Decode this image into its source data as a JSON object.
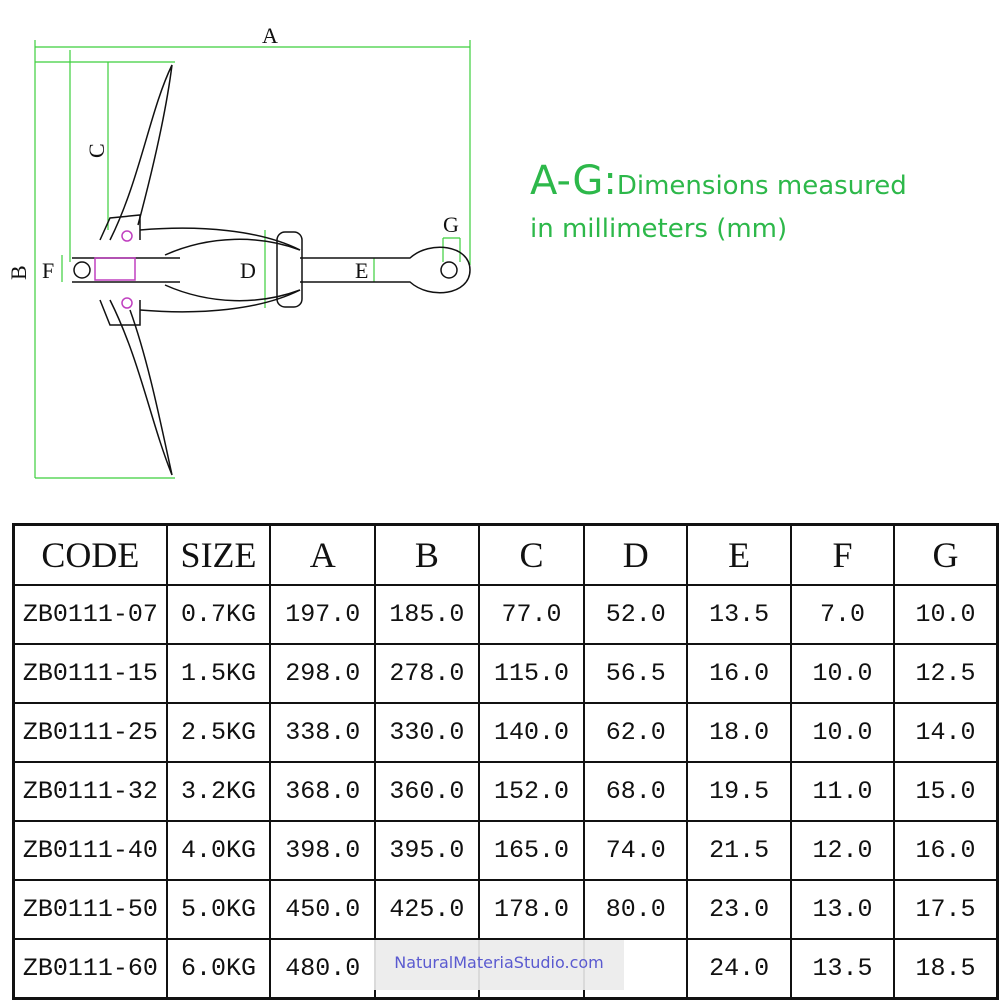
{
  "drawing": {
    "labels": {
      "A": "A",
      "B": "B",
      "C": "C",
      "D": "D",
      "E": "E",
      "F": "F",
      "G": "G"
    },
    "dimension_color": "#3ccf3c",
    "pin_color": "#c040c0"
  },
  "caption": {
    "prefix": "A-G:",
    "line1": "Dimensions measured",
    "line2": "in millimeters (mm)",
    "color": "#2db84a"
  },
  "table": {
    "headers": [
      "CODE",
      "SIZE",
      "A",
      "B",
      "C",
      "D",
      "E",
      "F",
      "G"
    ],
    "rows": [
      [
        "ZB0111-07",
        "0.7KG",
        "197.0",
        "185.0",
        "77.0",
        "52.0",
        "13.5",
        "7.0",
        "10.0"
      ],
      [
        "ZB0111-15",
        "1.5KG",
        "298.0",
        "278.0",
        "115.0",
        "56.5",
        "16.0",
        "10.0",
        "12.5"
      ],
      [
        "ZB0111-25",
        "2.5KG",
        "338.0",
        "330.0",
        "140.0",
        "62.0",
        "18.0",
        "10.0",
        "14.0"
      ],
      [
        "ZB0111-32",
        "3.2KG",
        "368.0",
        "360.0",
        "152.0",
        "68.0",
        "19.5",
        "11.0",
        "15.0"
      ],
      [
        "ZB0111-40",
        "4.0KG",
        "398.0",
        "395.0",
        "165.0",
        "74.0",
        "21.5",
        "12.0",
        "16.0"
      ],
      [
        "ZB0111-50",
        "5.0KG",
        "450.0",
        "425.0",
        "178.0",
        "80.0",
        "23.0",
        "13.0",
        "17.5"
      ],
      [
        "ZB0111-60",
        "6.0KG",
        "480.0",
        "",
        "",
        "",
        "24.0",
        "13.5",
        "18.5"
      ]
    ]
  },
  "watermark": "NaturalMateriaStudio.com"
}
